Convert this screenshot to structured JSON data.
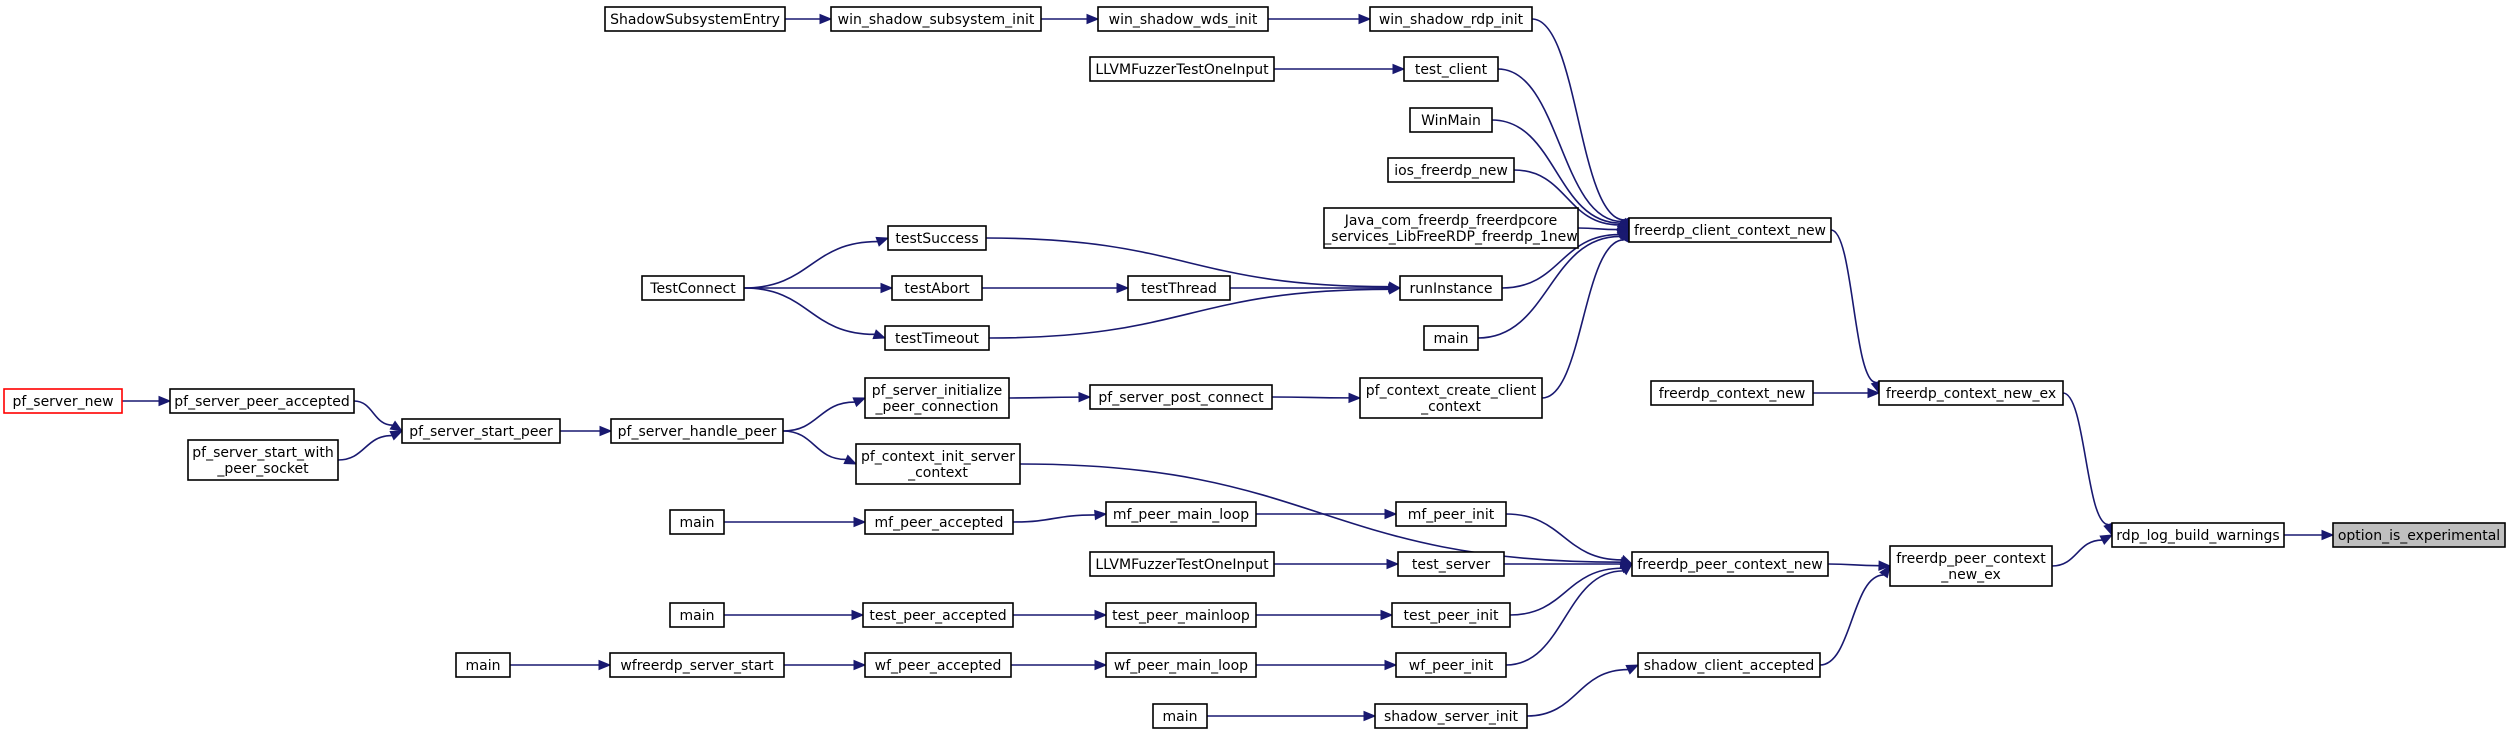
{
  "diagram": {
    "nodes": [
      {
        "id": "n_root",
        "lines": [
          "option_is_experimental"
        ],
        "style": "root"
      },
      {
        "id": "n_rdplog",
        "lines": [
          "rdp_log_build_warnings"
        ]
      },
      {
        "id": "n_ctxex",
        "lines": [
          "freerdp_context_new_ex"
        ]
      },
      {
        "id": "n_peerex",
        "lines": [
          "freerdp_peer_context",
          "_new_ex"
        ]
      },
      {
        "id": "n_ctxnew",
        "lines": [
          "freerdp_context_new"
        ]
      },
      {
        "id": "n_client",
        "lines": [
          "freerdp_client_context_new"
        ]
      },
      {
        "id": "n_peernew",
        "lines": [
          "freerdp_peer_context_new"
        ]
      },
      {
        "id": "n_shacc",
        "lines": [
          "shadow_client_accepted"
        ]
      },
      {
        "id": "n_wrdp",
        "lines": [
          "win_shadow_rdp_init"
        ]
      },
      {
        "id": "n_wwds",
        "lines": [
          "win_shadow_wds_init"
        ]
      },
      {
        "id": "n_wsub",
        "lines": [
          "win_shadow_subsystem_init"
        ]
      },
      {
        "id": "n_sse",
        "lines": [
          "ShadowSubsystemEntry"
        ]
      },
      {
        "id": "n_tclient",
        "lines": [
          "test_client"
        ]
      },
      {
        "id": "n_llvm1",
        "lines": [
          "LLVMFuzzerTestOneInput"
        ]
      },
      {
        "id": "n_winmain",
        "lines": [
          "WinMain"
        ]
      },
      {
        "id": "n_ios",
        "lines": [
          "ios_freerdp_new"
        ]
      },
      {
        "id": "n_java",
        "lines": [
          "Java_com_freerdp_freerdpcore",
          "_services_LibFreeRDP_freerdp_1new"
        ]
      },
      {
        "id": "n_runinst",
        "lines": [
          "runInstance"
        ]
      },
      {
        "id": "n_main1",
        "lines": [
          "main"
        ]
      },
      {
        "id": "n_pfcc",
        "lines": [
          "pf_context_create_client",
          "_context"
        ]
      },
      {
        "id": "n_tsucc",
        "lines": [
          "testSuccess"
        ]
      },
      {
        "id": "n_tthread",
        "lines": [
          "testThread"
        ]
      },
      {
        "id": "n_ttimeo",
        "lines": [
          "testTimeout"
        ]
      },
      {
        "id": "n_tabort",
        "lines": [
          "testAbort"
        ]
      },
      {
        "id": "n_tconn",
        "lines": [
          "TestConnect"
        ]
      },
      {
        "id": "n_pfpost",
        "lines": [
          "pf_server_post_connect"
        ]
      },
      {
        "id": "n_pfinit",
        "lines": [
          "pf_server_initialize",
          "_peer_connection"
        ]
      },
      {
        "id": "n_pfhand",
        "lines": [
          "pf_server_handle_peer"
        ]
      },
      {
        "id": "n_pfstart",
        "lines": [
          "pf_server_start_peer"
        ]
      },
      {
        "id": "n_pfacc",
        "lines": [
          "pf_server_peer_accepted"
        ]
      },
      {
        "id": "n_pfnew",
        "lines": [
          "pf_server_new"
        ],
        "style": "red"
      },
      {
        "id": "n_pfsock",
        "lines": [
          "pf_server_start_with",
          "_peer_socket"
        ]
      },
      {
        "id": "n_pfcinit",
        "lines": [
          "pf_context_init_server",
          "_context"
        ]
      },
      {
        "id": "n_mfinit",
        "lines": [
          "mf_peer_init"
        ]
      },
      {
        "id": "n_mfloop",
        "lines": [
          "mf_peer_main_loop"
        ]
      },
      {
        "id": "n_mfacc",
        "lines": [
          "mf_peer_accepted"
        ]
      },
      {
        "id": "n_main2",
        "lines": [
          "main"
        ]
      },
      {
        "id": "n_tserver",
        "lines": [
          "test_server"
        ]
      },
      {
        "id": "n_llvm2",
        "lines": [
          "LLVMFuzzerTestOneInput"
        ]
      },
      {
        "id": "n_tpinit",
        "lines": [
          "test_peer_init"
        ]
      },
      {
        "id": "n_tploop",
        "lines": [
          "test_peer_mainloop"
        ]
      },
      {
        "id": "n_tpacc",
        "lines": [
          "test_peer_accepted"
        ]
      },
      {
        "id": "n_main3",
        "lines": [
          "main"
        ]
      },
      {
        "id": "n_wfinit",
        "lines": [
          "wf_peer_init"
        ]
      },
      {
        "id": "n_wfloop",
        "lines": [
          "wf_peer_main_loop"
        ]
      },
      {
        "id": "n_wfacc",
        "lines": [
          "wf_peer_accepted"
        ]
      },
      {
        "id": "n_wfstart",
        "lines": [
          "wfreerdp_server_start"
        ]
      },
      {
        "id": "n_main4",
        "lines": [
          "main"
        ]
      },
      {
        "id": "n_shsinit",
        "lines": [
          "shadow_server_init"
        ]
      },
      {
        "id": "n_main5",
        "lines": [
          "main"
        ]
      }
    ],
    "edges": [
      [
        "n_rdplog",
        "n_root"
      ],
      [
        "n_ctxex",
        "n_rdplog"
      ],
      [
        "n_peerex",
        "n_rdplog"
      ],
      [
        "n_ctxnew",
        "n_ctxex"
      ],
      [
        "n_client",
        "n_ctxex"
      ],
      [
        "n_peernew",
        "n_peerex"
      ],
      [
        "n_shacc",
        "n_peerex"
      ],
      [
        "n_wrdp",
        "n_client"
      ],
      [
        "n_wwds",
        "n_wrdp"
      ],
      [
        "n_wsub",
        "n_wwds"
      ],
      [
        "n_sse",
        "n_wsub"
      ],
      [
        "n_tclient",
        "n_client"
      ],
      [
        "n_llvm1",
        "n_tclient"
      ],
      [
        "n_winmain",
        "n_client"
      ],
      [
        "n_ios",
        "n_client"
      ],
      [
        "n_java",
        "n_client"
      ],
      [
        "n_runinst",
        "n_client"
      ],
      [
        "n_main1",
        "n_client"
      ],
      [
        "n_pfcc",
        "n_client"
      ],
      [
        "n_tsucc",
        "n_runinst"
      ],
      [
        "n_tthread",
        "n_runinst"
      ],
      [
        "n_ttimeo",
        "n_runinst"
      ],
      [
        "n_tconn",
        "n_tsucc"
      ],
      [
        "n_tabort",
        "n_tthread"
      ],
      [
        "n_tconn",
        "n_tabort"
      ],
      [
        "n_tconn",
        "n_ttimeo"
      ],
      [
        "n_pfpost",
        "n_pfcc"
      ],
      [
        "n_pfinit",
        "n_pfpost"
      ],
      [
        "n_pfhand",
        "n_pfinit"
      ],
      [
        "n_pfhand",
        "n_pfcinit"
      ],
      [
        "n_pfstart",
        "n_pfhand"
      ],
      [
        "n_pfacc",
        "n_pfstart"
      ],
      [
        "n_pfnew",
        "n_pfacc"
      ],
      [
        "n_pfsock",
        "n_pfstart"
      ],
      [
        "n_pfcinit",
        "n_peernew"
      ],
      [
        "n_mfinit",
        "n_peernew"
      ],
      [
        "n_mfloop",
        "n_mfinit"
      ],
      [
        "n_mfacc",
        "n_mfloop"
      ],
      [
        "n_main2",
        "n_mfacc"
      ],
      [
        "n_tserver",
        "n_peernew"
      ],
      [
        "n_llvm2",
        "n_tserver"
      ],
      [
        "n_tpinit",
        "n_peernew"
      ],
      [
        "n_tploop",
        "n_tpinit"
      ],
      [
        "n_tpacc",
        "n_tploop"
      ],
      [
        "n_main3",
        "n_tpacc"
      ],
      [
        "n_wfinit",
        "n_peernew"
      ],
      [
        "n_wfloop",
        "n_wfinit"
      ],
      [
        "n_wfacc",
        "n_wfloop"
      ],
      [
        "n_wfstart",
        "n_wfacc"
      ],
      [
        "n_main4",
        "n_wfstart"
      ],
      [
        "n_shsinit",
        "n_shacc"
      ],
      [
        "n_main5",
        "n_shsinit"
      ]
    ],
    "colors": {
      "edge": "#191970",
      "root_fill": "#bfbfbf",
      "highlight_border": "#ff0000"
    }
  }
}
